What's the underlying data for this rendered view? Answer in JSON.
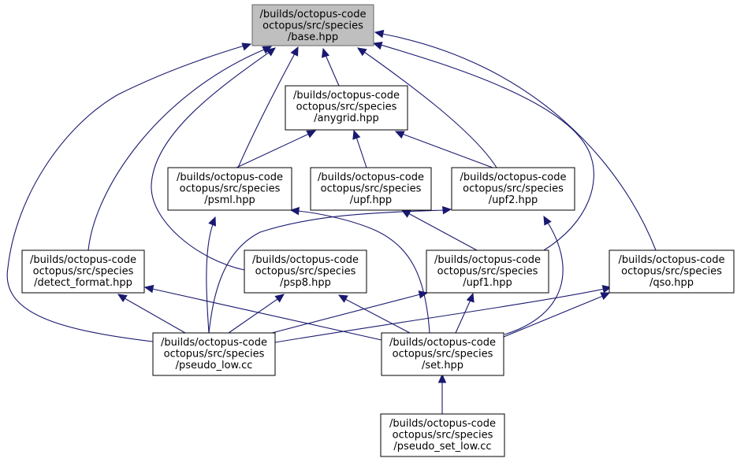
{
  "nodes": {
    "base": {
      "lines": [
        "/builds/octopus-code",
        "octopus/src/species",
        "/base.hpp"
      ]
    },
    "anygrid": {
      "lines": [
        "/builds/octopus-code",
        "octopus/src/species",
        "/anygrid.hpp"
      ]
    },
    "psml": {
      "lines": [
        "/builds/octopus-code",
        "octopus/src/species",
        "/psml.hpp"
      ]
    },
    "upf": {
      "lines": [
        "/builds/octopus-code",
        "octopus/src/species",
        "/upf.hpp"
      ]
    },
    "upf2": {
      "lines": [
        "/builds/octopus-code",
        "octopus/src/species",
        "/upf2.hpp"
      ]
    },
    "detect_format": {
      "lines": [
        "/builds/octopus-code",
        "octopus/src/species",
        "/detect_format.hpp"
      ]
    },
    "psp8": {
      "lines": [
        "/builds/octopus-code",
        "octopus/src/species",
        "/psp8.hpp"
      ]
    },
    "upf1": {
      "lines": [
        "/builds/octopus-code",
        "octopus/src/species",
        "/upf1.hpp"
      ]
    },
    "qso": {
      "lines": [
        "/builds/octopus-code",
        "octopus/src/species",
        "/qso.hpp"
      ]
    },
    "pseudo_low": {
      "lines": [
        "/builds/octopus-code",
        "octopus/src/species",
        "/pseudo_low.cc"
      ]
    },
    "set": {
      "lines": [
        "/builds/octopus-code",
        "octopus/src/species",
        "/set.hpp"
      ]
    },
    "pseudo_set_low": {
      "lines": [
        "/builds/octopus-code",
        "octopus/src/species",
        "/pseudo_set_low.cc"
      ]
    }
  },
  "colors": {
    "edge": "#191970",
    "root_fill": "#bfbfbf",
    "root_stroke": "#666666"
  }
}
